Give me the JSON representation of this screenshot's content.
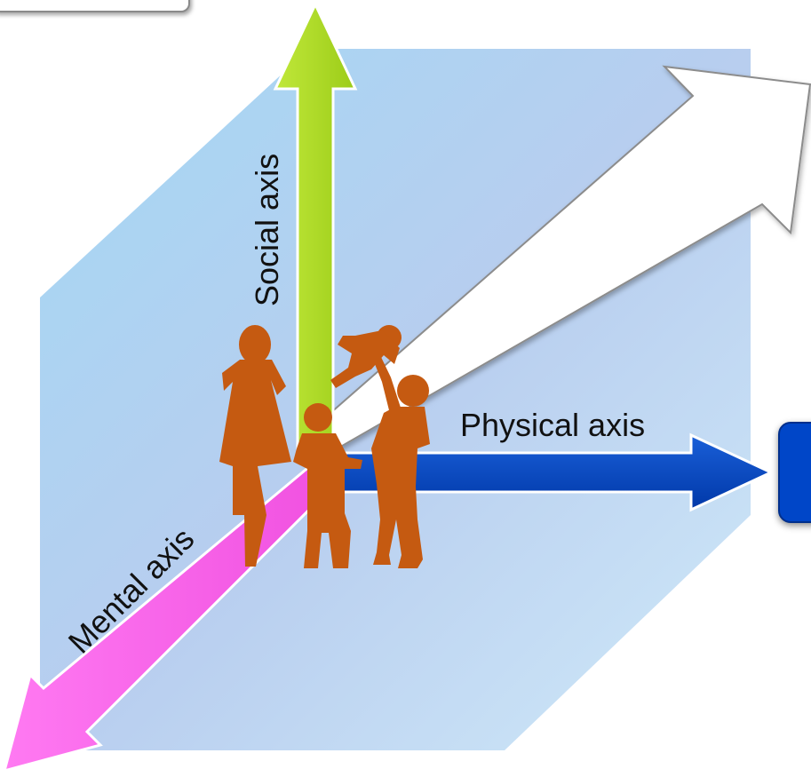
{
  "diagram": {
    "axes": {
      "social": {
        "label": "Social axis",
        "color": "#a8d820"
      },
      "physical": {
        "label": "Physical axis",
        "color": "#0046c8"
      },
      "mental": {
        "label": "Mental axis",
        "color": "#ff66ee"
      }
    },
    "cube_color": "#a6dcf6",
    "figures_color": "#c55a11",
    "figures_icon": "family-silhouette-icon",
    "outcome_arrow_icon": "white-diagonal-arrow-icon"
  }
}
